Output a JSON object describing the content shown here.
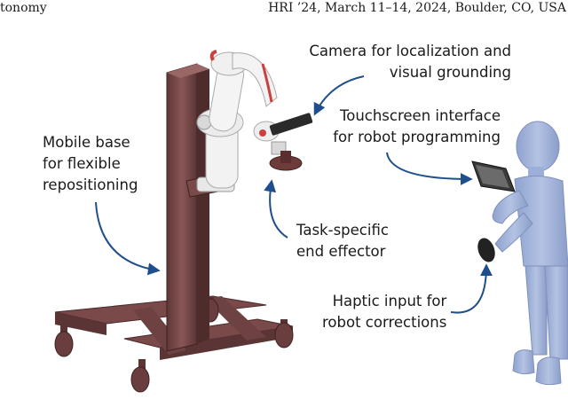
{
  "header": {
    "left": "tonomy",
    "right": "HRI ’24, March 11–14, 2024, Boulder, CO, USA"
  },
  "labels": {
    "camera": [
      "Camera for localization and",
      "visual grounding"
    ],
    "touchscreen": [
      "Touchscreen interface",
      "for robot programming"
    ],
    "mobile_base": [
      "Mobile base",
      "for flexible",
      "repositioning"
    ],
    "end_effector": [
      "Task-specific",
      "end effector"
    ],
    "haptic": [
      "Haptic input for",
      "robot corrections"
    ]
  },
  "colors": {
    "arrow": "#1f4e8c",
    "cart": "#7a4a4a",
    "robot_white": "#f2f2f2",
    "robot_accent": "#c94040",
    "human": "#a9b9dc"
  }
}
